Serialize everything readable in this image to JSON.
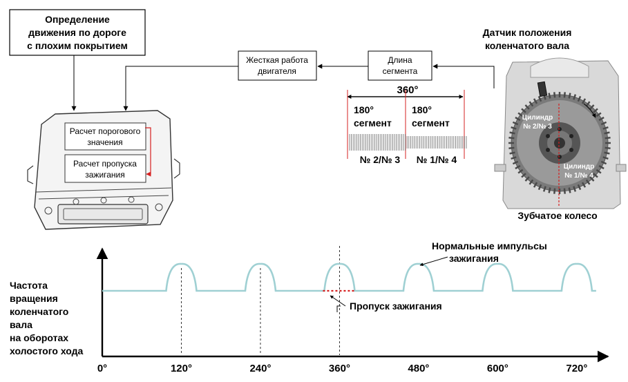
{
  "top_left_box": {
    "line1": "Определение",
    "line2": "движения по дороге",
    "line3": "с плохим покрытием"
  },
  "rough_engine_box": {
    "line1": "Жесткая работа",
    "line2": "двигателя"
  },
  "segment_length_box": {
    "line1": "Длина",
    "line2": "сегмента"
  },
  "sensor_title": {
    "line1": "Датчик положения",
    "line2": "коленчатого вала"
  },
  "ecu": {
    "threshold": {
      "line1": "Расчет порогового",
      "line2": "значения"
    },
    "misfire_calc": {
      "line1": "Расчет пропуска",
      "line2": "зажигания"
    }
  },
  "segments": {
    "total": "360°",
    "left": {
      "line1": "180°",
      "line2": "сегмент",
      "cyl": "№ 2/№ 3"
    },
    "right": {
      "line1": "180°",
      "line2": "сегмент",
      "cyl": "№ 1/№ 4"
    }
  },
  "flywheel": {
    "cyl_a": {
      "line1": "Цилиндр",
      "line2": "№ 2/№ 3"
    },
    "cyl_b": {
      "line1": "Цилиндр",
      "line2": "№ 1/№ 4"
    },
    "gear_label": "Зубчатое колесо"
  },
  "graph": {
    "ylabel": [
      "Частота",
      "вращения",
      "коленчатого",
      "вала",
      "на оборотах",
      "холостого хода"
    ],
    "normal_pulses": {
      "line1": "Нормальные импульсы",
      "line2": "зажигания"
    },
    "misfire": "Пропуск зажигания",
    "ticks": [
      {
        "deg": 0,
        "label": "0°"
      },
      {
        "deg": 120,
        "label": "120°"
      },
      {
        "deg": 240,
        "label": "240°"
      },
      {
        "deg": 360,
        "label": "360°"
      },
      {
        "deg": 480,
        "label": "480°"
      },
      {
        "deg": 600,
        "label": "600°"
      },
      {
        "deg": 720,
        "label": "720°"
      }
    ],
    "pulse_centers_deg": [
      120,
      240,
      360,
      480,
      600,
      720
    ],
    "misfire_deg": 360,
    "colors": {
      "signal": "#9fd0d3",
      "misfire": "#d62020",
      "arrow": "#000000"
    }
  }
}
